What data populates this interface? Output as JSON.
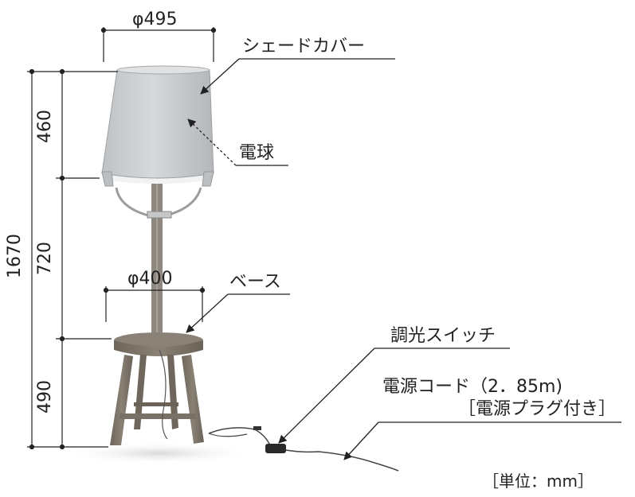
{
  "dimensions": {
    "shade_diameter": "φ495",
    "base_diameter": "φ400",
    "shade_height": "460",
    "stem_height": "720",
    "base_height": "490",
    "total_height": "1670"
  },
  "parts": {
    "shade_cover": "シェードカバー",
    "bulb": "電球",
    "base": "ベース",
    "dimmer_switch": "調光スイッチ",
    "power_cord": "電源コード（2．85m)",
    "power_cord_note": "［電源プラグ付き］"
  },
  "unit_note": "［単位：mm］",
  "colors": {
    "shade": "#c9ccce",
    "wood": "#7d7468",
    "line": "#222222"
  }
}
